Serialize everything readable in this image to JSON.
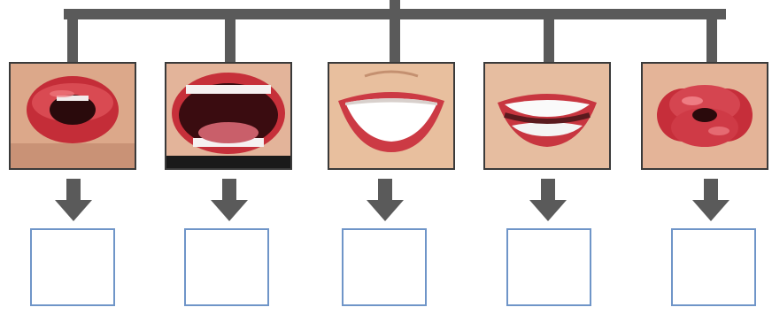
{
  "diagram": {
    "colors": {
      "connector": "#5a5a5a",
      "box_border": "#6f95c8",
      "lip": "#c8323c",
      "skin": "#e6b08c"
    },
    "items": [
      {
        "picture": "mouth-rounded-open-lips-image",
        "answer": ""
      },
      {
        "picture": "mouth-wide-open-image",
        "answer": ""
      },
      {
        "picture": "mouth-broad-smile-teeth-image",
        "answer": ""
      },
      {
        "picture": "mouth-smile-parted-teeth-image",
        "answer": ""
      },
      {
        "picture": "mouth-puckered-kiss-image",
        "answer": ""
      }
    ]
  }
}
